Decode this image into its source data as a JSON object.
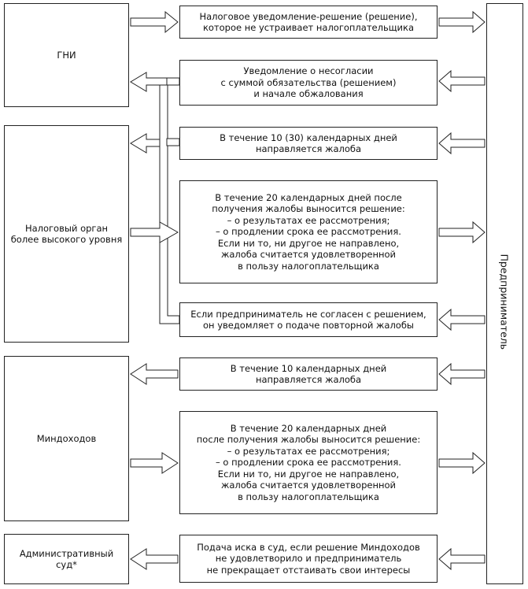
{
  "left": {
    "gni": "ГНИ",
    "higher_authority": "Налоговый орган\nболее высокого уровня",
    "mindokhodov": "Миндоходов",
    "admin_court": "Административный\nсуд*"
  },
  "right": {
    "entrepreneur": "Предприниматель"
  },
  "middle": [
    "Налоговое уведомление-решение (решение),\nкоторое не устраивает налогоплательщика",
    "Уведомление о несогласии\nс суммой обязательства (решением)\nи начале обжалования",
    "В течение 10 (30) календарных дней\nнаправляется жалоба",
    "В течение 20 календарных дней после\nполучения жалобы выносится решение:\n– о результатах ее рассмотрения;\n– о продлении срока ее рассмотрения.\nЕсли ни то, ни другое не направлено,\nжалоба считается удовлетворенной\nв пользу налогоплательщика",
    "Если предприниматель не согласен с решением,\nон уведомляет о подаче повторной жалобы",
    "В течение 10 календарных дней\nнаправляется жалоба",
    "В течение 20 календарных дней\nпосле получения жалобы выносится решение:\n– о результатах ее рассмотрения;\n– о продлении срока ее рассмотрения.\nЕсли ни то, ни другое не направлено,\nжалоба считается удовлетворенной\nв пользу налогоплательщика",
    "Подача иска в суд, если решение Миндоходов\nне удовлетворило и предприниматель\nне прекращает отстаивать свои интересы"
  ]
}
